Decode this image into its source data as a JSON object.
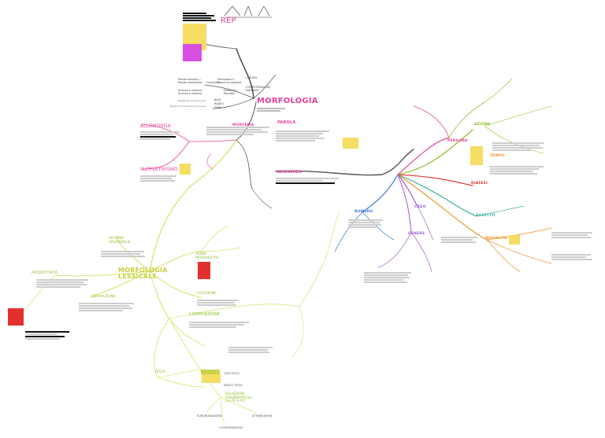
{
  "labels": {
    "morfologia": "MORFOLOGIA",
    "morfologia_lessicale": "MORFOLOGIA LESSICALE",
    "rep": "REP",
    "allomorfia": "ALLOMORFIA",
    "suppletivismo": "SUPPLETIVISMO",
    "morfema": "MORFEMA",
    "parola": "PAROLA",
    "desinenza": "DESINENZA",
    "persona": "PERSONA",
    "azione": "AZIONE",
    "diatesi": "DIATESI",
    "aspetto": "ASPETTO",
    "modalita": "MODALITÀ",
    "tempo": "TEMPO",
    "caso": "CASO",
    "genere": "GENERE",
    "numero": "NUMERO",
    "schema_valenziale": "SCHEMA VALENZIALE",
    "verbi_intransitivi": "VERBI INTRANSITIVI",
    "flessione": "FLESSIONE",
    "derivazione": "DERIVAZIONE",
    "produttivita": "PRODUTTIVITÀ",
    "composizione": "COMPOSIZIONE",
    "testa": "TESTA",
    "con_testa": "CON TESTA",
    "senza_testa": "SENZA TESTA",
    "relazioni_grammaticali": "RELAZIONI GRAMMATICALI tra P1 e P2",
    "subordinazione": "SUBORDINAZIONE",
    "attribuzione": "ATTRIBUZIONE",
    "coordinazione": "COORDINAZIONE",
    "corpus": "CORPUS",
    "competenza": "COMPETENZA DEI PARLANTI",
    "parole_semplici": "Parole semplici / Parole complesse",
    "contrasto": "Contrasto",
    "deviazioni": "Derivazioni / Esonimo regolare",
    "struttura": "Struttura interna / Struttura esterna",
    "esistenti": "Esistenti / Possibili",
    "basi": "BASI",
    "radici": "RADICI",
    "temi": "TEMI",
    "reggenza": "Reggenza di argomento",
    "regole": "Regole di formazione di parole"
  },
  "colors": {
    "pink": "#e8419b",
    "green": "#8fbf2e",
    "yellow_green": "#c9cf3a",
    "orange": "#f0932b",
    "purple": "#a35ad6",
    "blue": "#3a7bd5",
    "teal": "#3fb2a0",
    "red": "#e2302f",
    "dark": "#444444"
  }
}
